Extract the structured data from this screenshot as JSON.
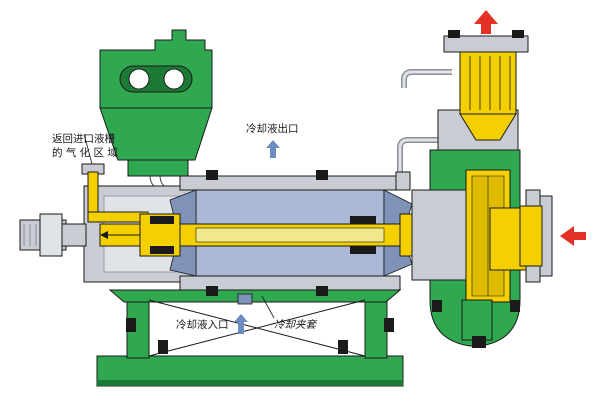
{
  "labels": {
    "return_line1": "返回进口液槽",
    "return_line2": "的 气 化 区 域",
    "coolant_outlet": "冷却液出口",
    "coolant_inlet": "冷却液入口",
    "cooling_jacket": "冷却夹套"
  },
  "colors": {
    "casing_green": "#2fa84f",
    "casing_green_dark": "#1d7a36",
    "motor_blue": "#a9b9d6",
    "motor_blue_dark": "#7f93b8",
    "fluid_yellow": "#f5d000",
    "shell_gray": "#c9ccd3",
    "shell_gray_dark": "#8b8f99",
    "arrow_red": "#e53027",
    "arrow_blue": "#6c8cc4",
    "outline": "#1a1a1a"
  },
  "icons": {
    "outlet_arrow": "red-arrow-up-icon",
    "inlet_arrow": "red-arrow-left-icon",
    "coolant_out_arrow": "blue-arrow-up-icon",
    "coolant_in_arrow": "blue-arrow-up-icon"
  }
}
